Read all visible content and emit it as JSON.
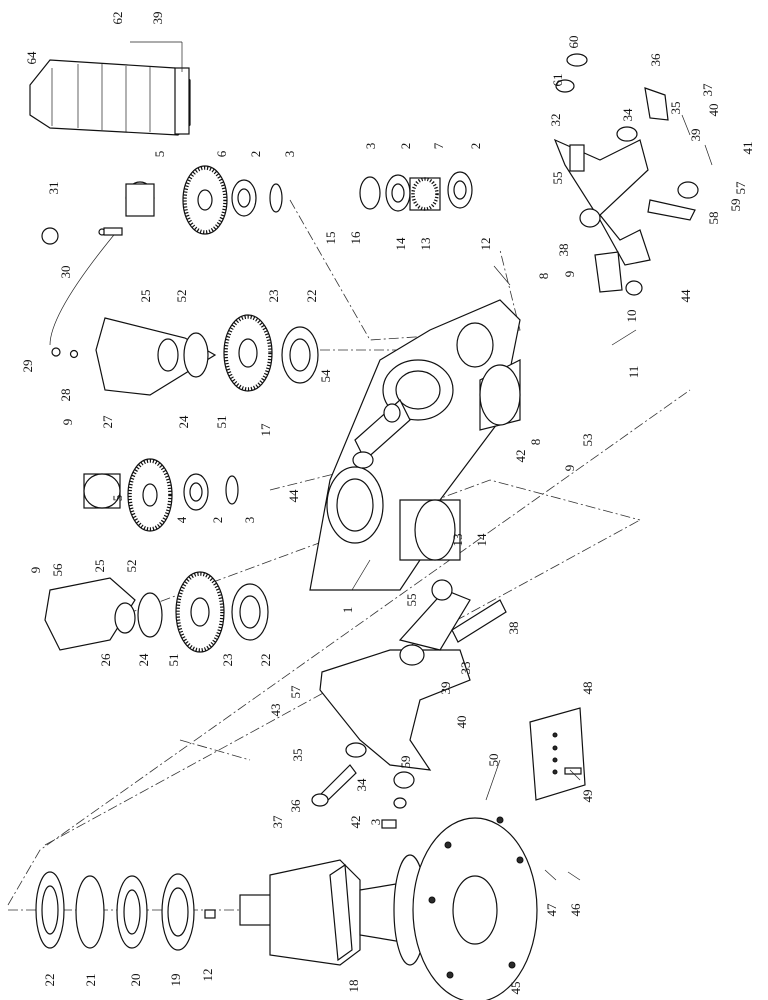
{
  "diagram": {
    "type": "exploded-parts-view",
    "orientation": "rotated-90",
    "callouts": [
      "62",
      "39",
      "64",
      "60",
      "61",
      "36",
      "37",
      "35",
      "32",
      "34",
      "40",
      "39",
      "41",
      "57",
      "59",
      "58",
      "55",
      "38",
      "44",
      "10",
      "11",
      "8",
      "9",
      "3",
      "2",
      "7",
      "2",
      "15",
      "16",
      "14",
      "13",
      "12",
      "5",
      "6",
      "2",
      "3",
      "31",
      "30",
      "25",
      "52",
      "23",
      "22",
      "29",
      "28",
      "9",
      "27",
      "24",
      "51",
      "17",
      "54",
      "42",
      "53",
      "8",
      "9",
      "44",
      "13",
      "14",
      "1",
      "55",
      "33",
      "38",
      "39",
      "40",
      "5",
      "4",
      "2",
      "3",
      "9",
      "56",
      "25",
      "52",
      "26",
      "24",
      "51",
      "23",
      "22",
      "43",
      "57",
      "35",
      "34",
      "59",
      "36",
      "37",
      "42",
      "3",
      "50",
      "48",
      "49",
      "22",
      "21",
      "20",
      "19",
      "12",
      "18",
      "45",
      "47",
      "46"
    ]
  }
}
